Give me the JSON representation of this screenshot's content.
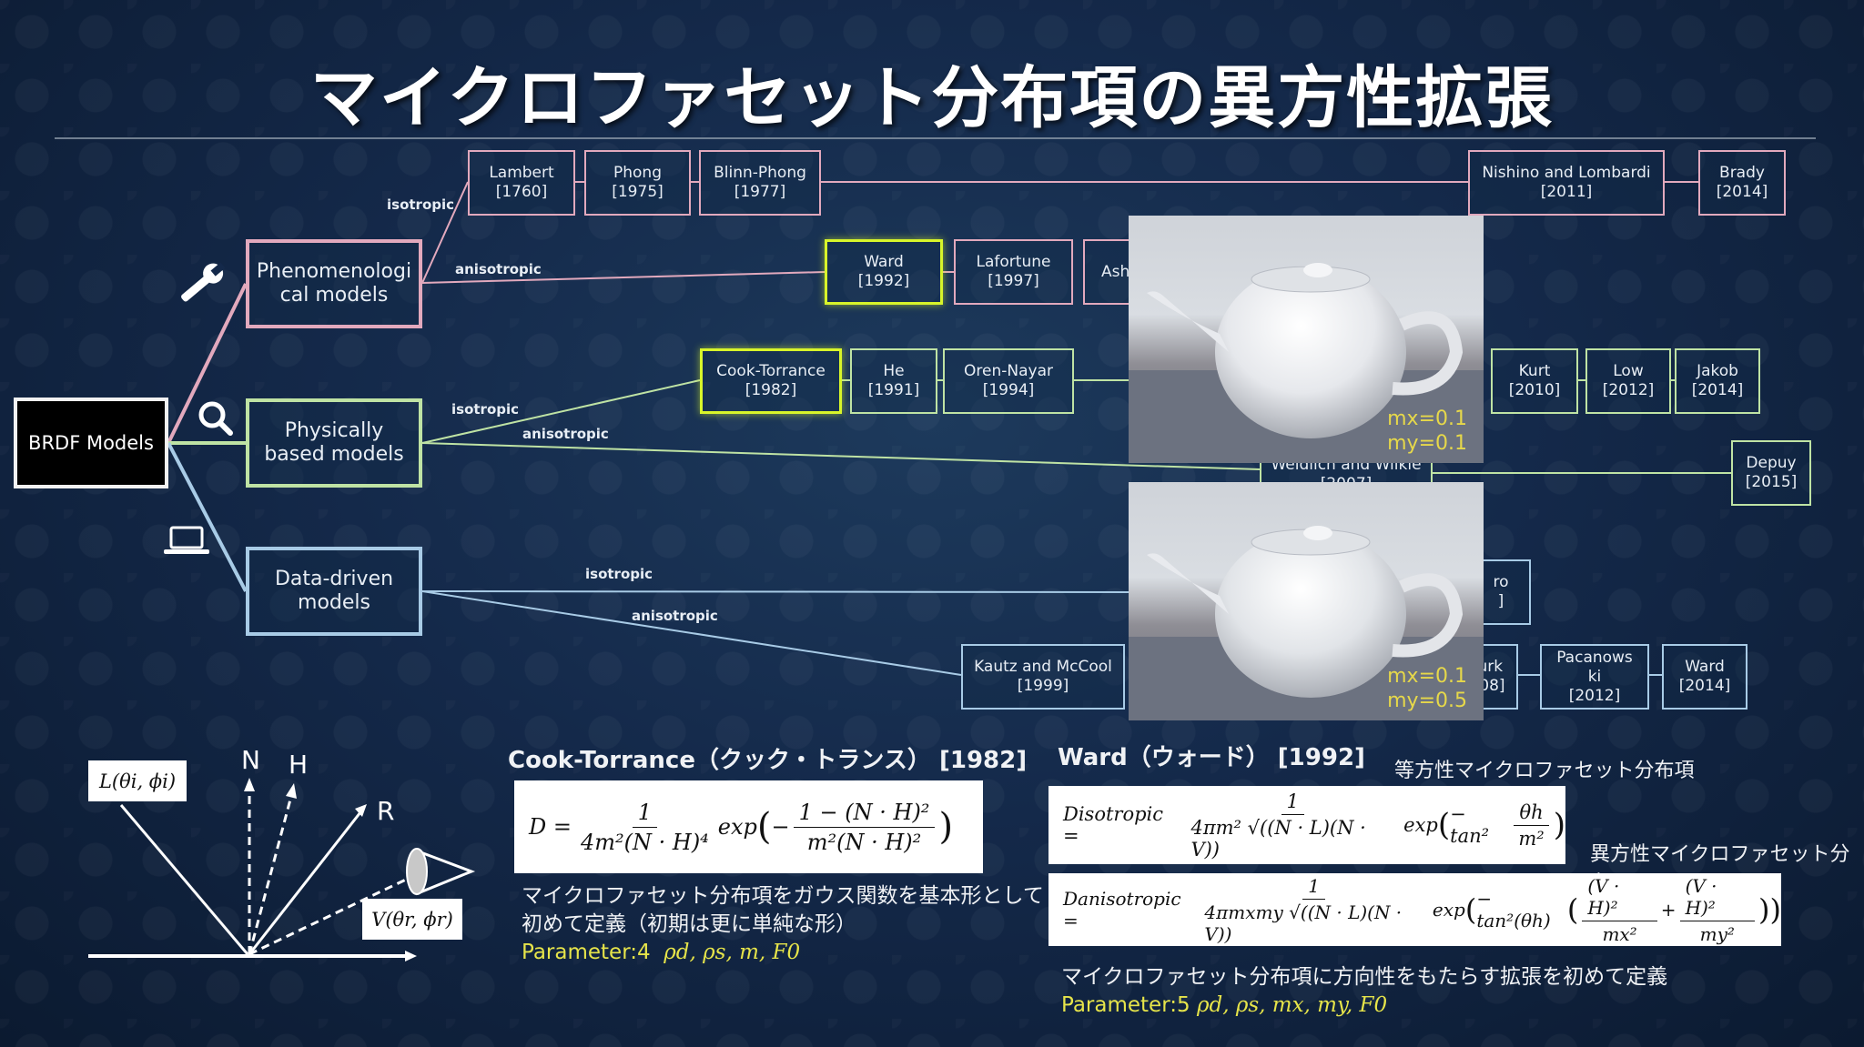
{
  "title": "マイクロファセット分布項の異方性拡張",
  "root": "BRDF Models",
  "categories": {
    "phenomenological": "Phenomenologi\ncal models",
    "physically": "Physically\nbased models",
    "data": "Data-driven\nmodels"
  },
  "branch_labels": {
    "iso1": "isotropic",
    "aniso1": "anisotropic",
    "iso2": "isotropic",
    "aniso2": "anisotropic",
    "iso3": "isotropic",
    "aniso3": "anisotropic"
  },
  "nodes": {
    "lambert": "Lambert\n[1760]",
    "phong": "Phong\n[1975]",
    "blinn": "Blinn-Phong\n[1977]",
    "nishino": "Nishino and Lombardi\n[2011]",
    "brady": "Brady\n[2014]",
    "ward": "Ward\n[1992]",
    "lafortune": "Lafortune\n[1997]",
    "ash": "Ash",
    "cook": "Cook-Torrance\n[1982]",
    "he": "He\n[1991]",
    "oren": "Oren-Nayar\n[1994]",
    "kurt": "Kurt\n[2010]",
    "low": "Low\n[2012]",
    "jakob": "Jakob\n[2014]",
    "weidlich": "Weidlich and Wilkie\n[2007]",
    "depuy": "Depuy\n[2015]",
    "ro": "ro\n]",
    "kautz": "Kautz and McCool\n[1999]",
    "turk": "turk\n008]",
    "pacanowski": "Pacanows\nki\n[2012]",
    "ward2014": "Ward\n[2014]"
  },
  "teapots": [
    {
      "mx": "mx=0.1",
      "my": "my=0.1"
    },
    {
      "mx": "mx=0.1",
      "my": "my=0.5"
    }
  ],
  "diagram": {
    "L": "L(θi, ϕi)",
    "V": "V(θr, ϕr)",
    "N": "N",
    "H": "H",
    "R": "R"
  },
  "cook_section": {
    "title": "Cook-Torrance（クック・トランス） [1982]",
    "eq_lhs": "D =",
    "eq_num": "1",
    "eq_den": "4m²(N · H)⁴",
    "eq_exp": "exp",
    "eq_inner_num": "1 − (N · H)²",
    "eq_inner_den": "m²(N · H)²",
    "desc1": "マイクロファセット分布項をガウス関数を基本形として",
    "desc2": "初めて定義（初期は更に単純な形）",
    "param": "Parameter:4",
    "param_vars": "ρd, ρs, m, F0"
  },
  "ward_section": {
    "title": "Ward（ウォード） [1992]",
    "iso_label": "等方性マイクロファセット分布項",
    "aniso_label": "異方性マイクロファセット分布項",
    "iso_lhs": "Disotropic =",
    "iso_num": "1",
    "iso_den": "4πm² √((N · L)(N · V))",
    "iso_exp": "exp",
    "iso_inner": "− tan²",
    "iso_inner_num": "θh",
    "iso_inner_den": "m²",
    "aniso_lhs": "Danisotropic =",
    "aniso_num": "1",
    "aniso_den": "4πmxmy √((N · L)(N · V))",
    "aniso_exp": "exp",
    "aniso_inner": "− tan²(θh)",
    "aniso_t1_num": "(V · H)²",
    "aniso_t1_den": "mx²",
    "aniso_plus": "+",
    "aniso_t2_num": "(V · H)²",
    "aniso_t2_den": "my²",
    "desc": "マイクロファセット分布項に方向性をもたらす拡張を初めて定義",
    "param": "Parameter:5",
    "param_vars": "ρd, ρs, mx, my, F0"
  }
}
